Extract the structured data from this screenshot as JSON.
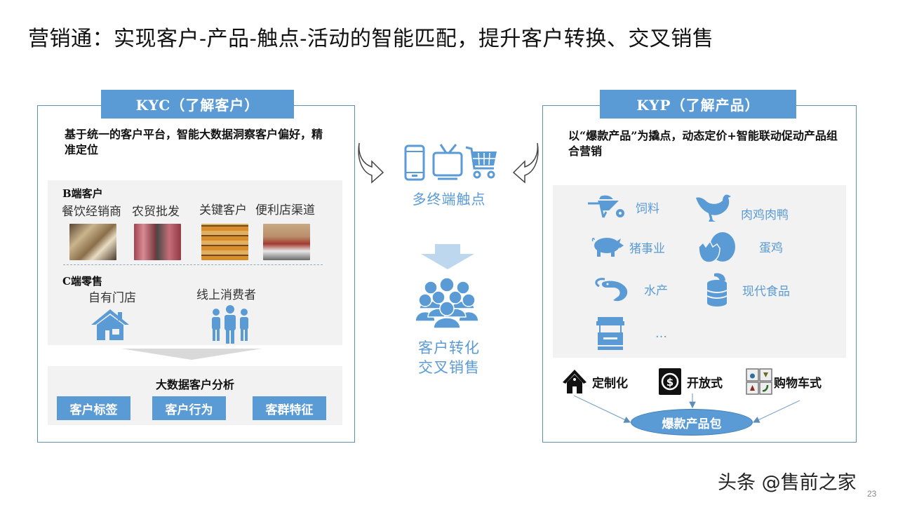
{
  "title": "营销通：实现客户-产品-触点-活动的智能匹配，提升客户转换、交叉销售",
  "colors": {
    "accent": "#5b9bd5",
    "border": "#5b8fb9",
    "grey_box": "#f2f2f2",
    "divider_dash": "#8eacc9"
  },
  "kyc": {
    "header": "KYC（了解客户）",
    "description": "基于统一的客户平台，智能大数据洞察客户偏好，精准定位",
    "b_section": {
      "label": "B端客户",
      "items": [
        {
          "label": "餐饮经销商",
          "image": "restaurant-photo"
        },
        {
          "label": "农贸批发",
          "image": "meat-wholesale-photo"
        },
        {
          "label": "关键客户",
          "image": "supermarket-photo"
        },
        {
          "label": "便利店渠道",
          "image": "convenience-store-photo"
        }
      ]
    },
    "c_section": {
      "label": "C端零售",
      "items": [
        {
          "label": "自有门店",
          "icon": "house-icon"
        },
        {
          "label": "线上消费者",
          "icon": "people-group-icon"
        }
      ]
    },
    "analysis": {
      "title": "大数据客户分析",
      "tags": [
        "客户标签",
        "客户行为",
        "客群特征"
      ]
    }
  },
  "center": {
    "touchpoints_label": "多终端触点",
    "touchpoint_icons": [
      "mobile-phone-icon",
      "tv-icon",
      "shopping-cart-icon"
    ],
    "conversion_label_line1": "客户转化",
    "conversion_label_line2": "交叉销售"
  },
  "kyp": {
    "header": "KYP（了解产品）",
    "description": "以“爆款产品”为撬点，动态定价+智能联动促动产品组合营销",
    "products": [
      {
        "label": "饲料",
        "icon": "wheelbarrow-icon"
      },
      {
        "label": "肉鸡肉鸭",
        "icon": "chicken-icon"
      },
      {
        "label": "猪事业",
        "icon": "pig-icon"
      },
      {
        "label": "蛋鸡",
        "icon": "egg-icon"
      },
      {
        "label": "水产",
        "icon": "shrimp-icon"
      },
      {
        "label": "现代食品",
        "icon": "can-icon"
      },
      {
        "label": "…",
        "icon": "market-stall-icon"
      }
    ],
    "modes": [
      {
        "label": "定制化",
        "icon": "house-icon"
      },
      {
        "label": "开放式",
        "icon": "dollar-icon"
      },
      {
        "label": "购物车式",
        "icon": "card-grid-icon"
      }
    ],
    "package_label": "爆款产品包"
  },
  "watermark": "头条 @售前之家",
  "page_number": "23"
}
